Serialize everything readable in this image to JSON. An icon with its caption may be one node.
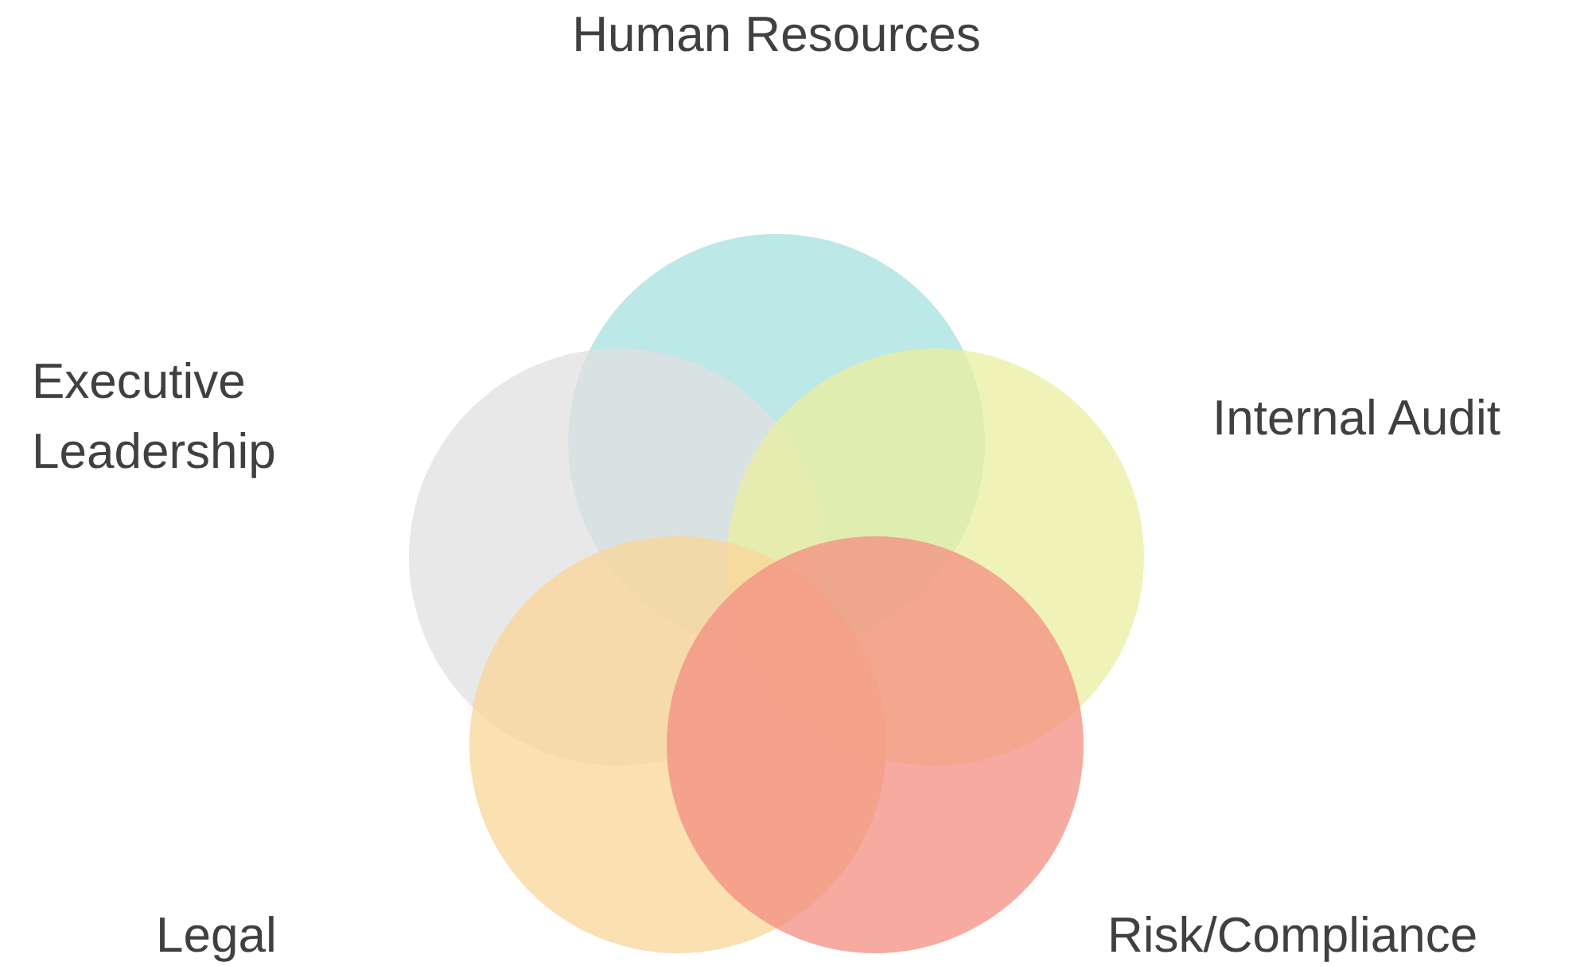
{
  "diagram": {
    "nodes": [
      {
        "text": [],
        "shape": "circle",
        "beside": [
          "Human Resources"
        ]
      },
      {
        "text": [],
        "shape": "circle",
        "beside": [
          "Executive Leadership"
        ]
      },
      {
        "text": [],
        "shape": "circle",
        "beside": [
          "Internal Audit"
        ]
      },
      {
        "text": [],
        "shape": "circle",
        "beside": [
          "Legal"
        ]
      },
      {
        "text": [],
        "shape": "circle",
        "beside": [
          "Risk/Compliance"
        ]
      }
    ]
  }
}
